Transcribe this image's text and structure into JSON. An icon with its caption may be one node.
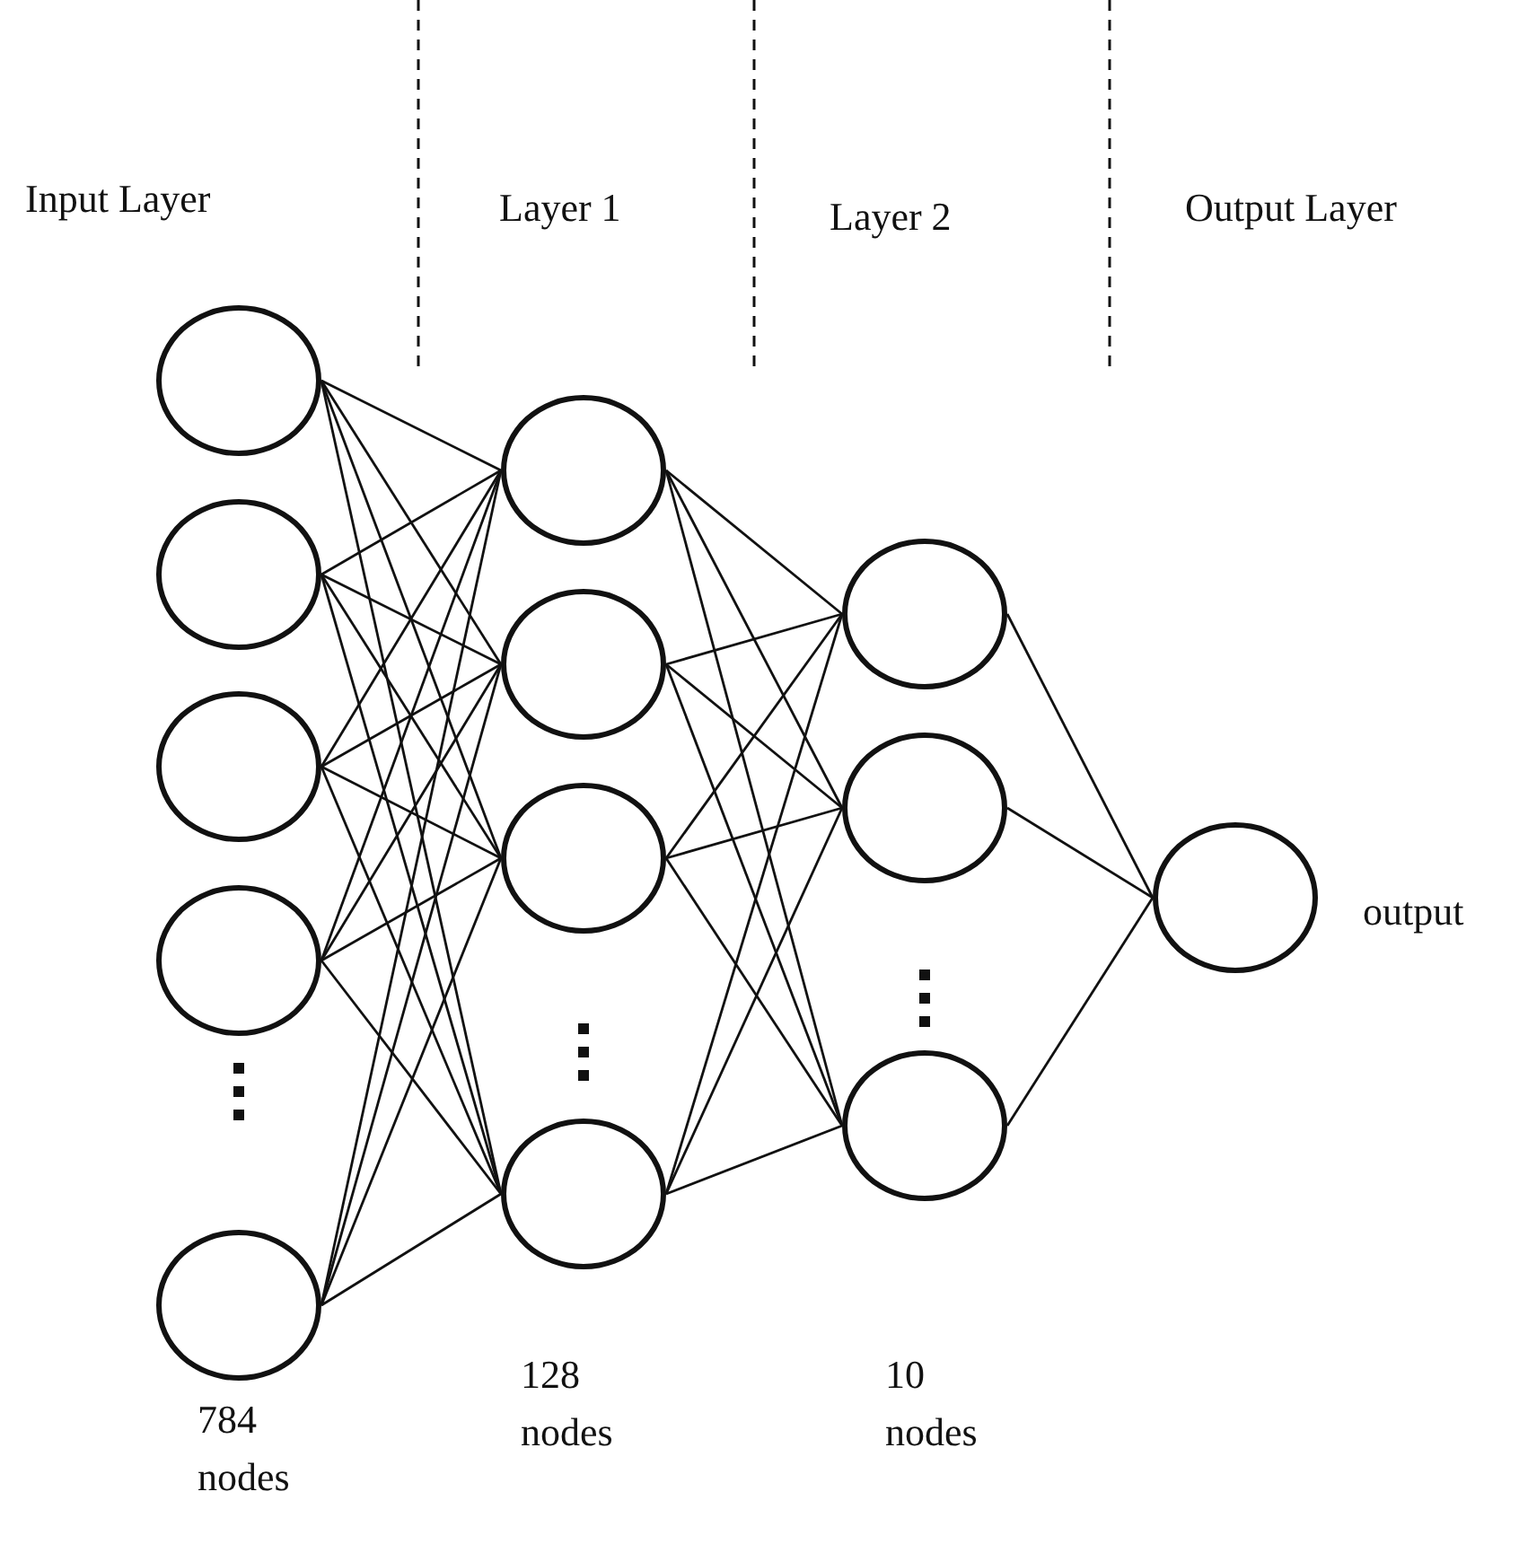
{
  "diagram": {
    "nodes": [
      {
        "text": [],
        "shape": "circle"
      },
      {
        "text": [],
        "shape": "circle"
      },
      {
        "text": [],
        "shape": "circle"
      },
      {
        "text": [],
        "shape": "circle"
      },
      {
        "text": [],
        "shape": "circle"
      },
      {
        "text": [],
        "shape": "circle"
      },
      {
        "text": [],
        "shape": "circle"
      },
      {
        "text": [],
        "shape": "circle"
      },
      {
        "text": [],
        "shape": "circle"
      },
      {
        "text": [],
        "shape": "circle"
      },
      {
        "text": [],
        "shape": "circle"
      },
      {
        "text": [],
        "shape": "circle"
      },
      {
        "text": [],
        "shape": "circle",
        "beside": [
          "output"
        ]
      }
    ],
    "edges": [
      {
        "from": 0,
        "to": 5,
        "arrow": "none"
      },
      {
        "from": 0,
        "to": 6,
        "arrow": "none"
      },
      {
        "from": 0,
        "to": 7,
        "arrow": "none"
      },
      {
        "from": 0,
        "to": 8,
        "arrow": "none"
      },
      {
        "from": 1,
        "to": 5,
        "arrow": "none"
      },
      {
        "from": 1,
        "to": 6,
        "arrow": "none"
      },
      {
        "from": 1,
        "to": 7,
        "arrow": "none"
      },
      {
        "from": 1,
        "to": 8,
        "arrow": "none"
      },
      {
        "from": 2,
        "to": 5,
        "arrow": "none"
      },
      {
        "from": 2,
        "to": 6,
        "arrow": "none"
      },
      {
        "from": 2,
        "to": 7,
        "arrow": "none"
      },
      {
        "from": 2,
        "to": 8,
        "arrow": "none"
      },
      {
        "from": 3,
        "to": 5,
        "arrow": "none"
      },
      {
        "from": 3,
        "to": 6,
        "arrow": "none"
      },
      {
        "from": 3,
        "to": 7,
        "arrow": "none"
      },
      {
        "from": 3,
        "to": 8,
        "arrow": "none"
      },
      {
        "from": 4,
        "to": 5,
        "arrow": "none"
      },
      {
        "from": 4,
        "to": 6,
        "arrow": "none"
      },
      {
        "from": 4,
        "to": 7,
        "arrow": "none"
      },
      {
        "from": 4,
        "to": 8,
        "arrow": "none"
      },
      {
        "from": 5,
        "to": 9,
        "arrow": "none"
      },
      {
        "from": 5,
        "to": 10,
        "arrow": "none"
      },
      {
        "from": 5,
        "to": 11,
        "arrow": "none"
      },
      {
        "from": 6,
        "to": 9,
        "arrow": "none"
      },
      {
        "from": 6,
        "to": 10,
        "arrow": "none"
      },
      {
        "from": 6,
        "to": 11,
        "arrow": "none"
      },
      {
        "from": 7,
        "to": 9,
        "arrow": "none"
      },
      {
        "from": 7,
        "to": 10,
        "arrow": "none"
      },
      {
        "from": 7,
        "to": 11,
        "arrow": "none"
      },
      {
        "from": 8,
        "to": 9,
        "arrow": "none"
      },
      {
        "from": 8,
        "to": 10,
        "arrow": "none"
      },
      {
        "from": 8,
        "to": 11,
        "arrow": "none"
      },
      {
        "from": 9,
        "to": 12,
        "arrow": "none"
      },
      {
        "from": 10,
        "to": 12,
        "arrow": "none"
      },
      {
        "from": 11,
        "to": 12,
        "arrow": "none"
      }
    ],
    "labels": [
      "Input Layer",
      "Layer 1",
      "Layer 2",
      "Output Layer",
      "128 nodes",
      "10 nodes",
      "784 nodes"
    ]
  }
}
